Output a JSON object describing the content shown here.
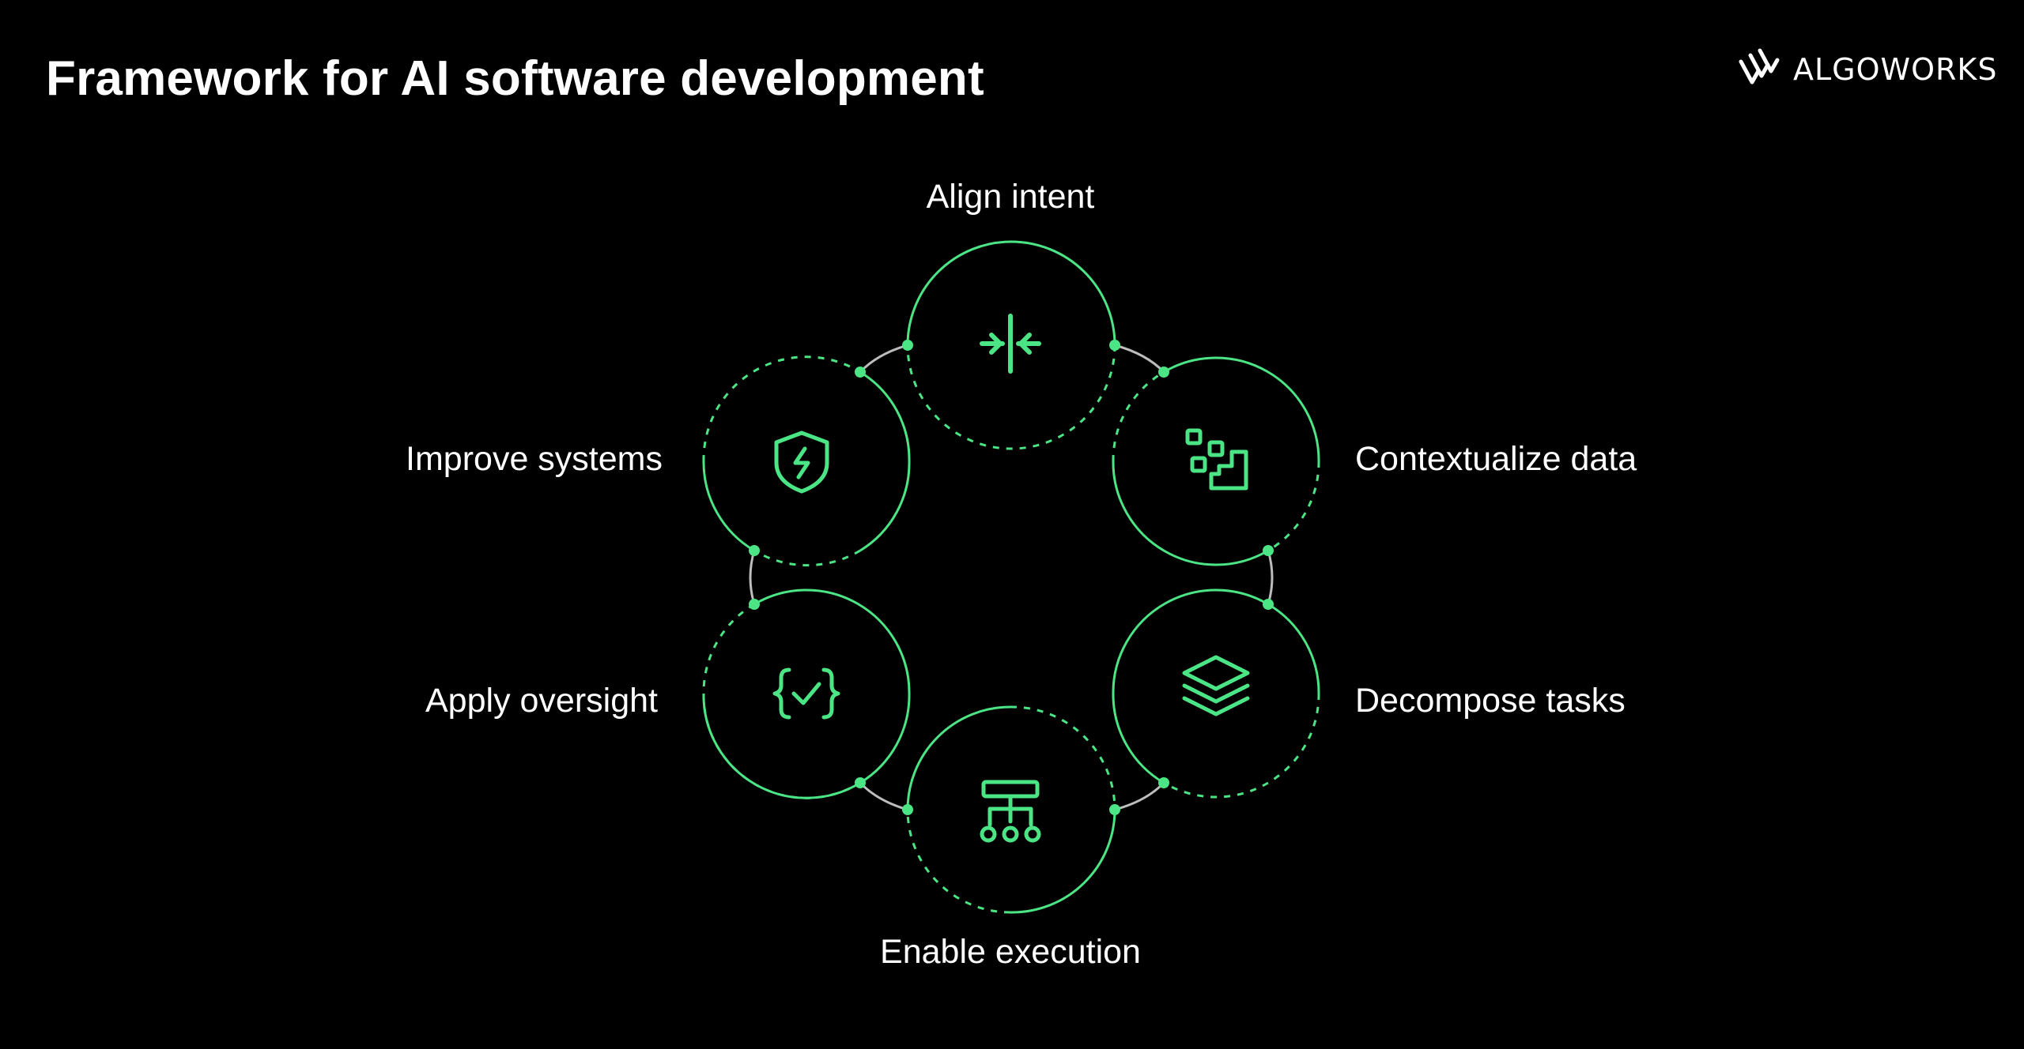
{
  "header": {
    "title": "Framework for AI software development"
  },
  "brand": {
    "logo_text": "ALGOWORKS",
    "logo_icon": "algoworks-logo-icon"
  },
  "colors": {
    "background": "#000000",
    "accent": "#4BE585",
    "connector": "#BDBDBD",
    "text": "#FFFFFF"
  },
  "steps": [
    {
      "label": "Align intent",
      "icon": "align-center-arrows-icon"
    },
    {
      "label": "Contextualize data",
      "icon": "data-blocks-icon"
    },
    {
      "label": "Decompose tasks",
      "icon": "layers-stack-icon"
    },
    {
      "label": "Enable execution",
      "icon": "hierarchy-tree-icon"
    },
    {
      "label": "Apply oversight",
      "icon": "code-check-icon"
    },
    {
      "label": "Improve systems",
      "icon": "shield-bolt-icon"
    }
  ]
}
